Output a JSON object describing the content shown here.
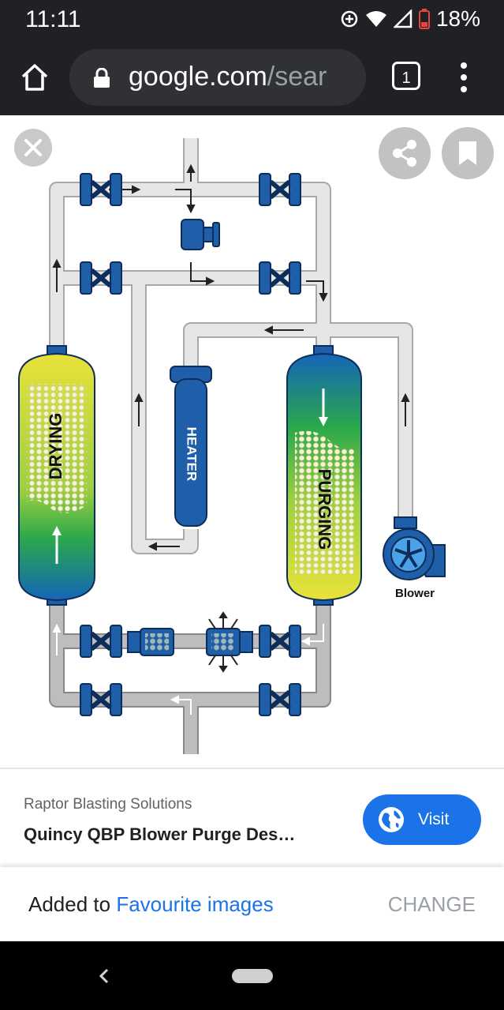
{
  "status_bar": {
    "time": "11:11",
    "battery": "18%"
  },
  "browser": {
    "url_host": "google.com",
    "url_rest": "/sear",
    "tab_count": "1"
  },
  "diagram": {
    "labels": {
      "drying": "DRYING",
      "purging": "PURGING",
      "heater": "HEATER",
      "blower": "Blower"
    }
  },
  "result": {
    "source": "Raptor Blasting Solutions",
    "title": "Quincy QBP Blower Purge Des…",
    "visit_label": "Visit"
  },
  "snackbar": {
    "prefix": "Added to ",
    "link": "Favourite images",
    "action": "CHANGE"
  },
  "colors": {
    "accent": "#1a73e8",
    "tower_blue": "#1565b8",
    "desiccant_yellow": "#e8e23a",
    "desiccant_green": "#2aa84a",
    "pipe": "#e6e6e6"
  }
}
